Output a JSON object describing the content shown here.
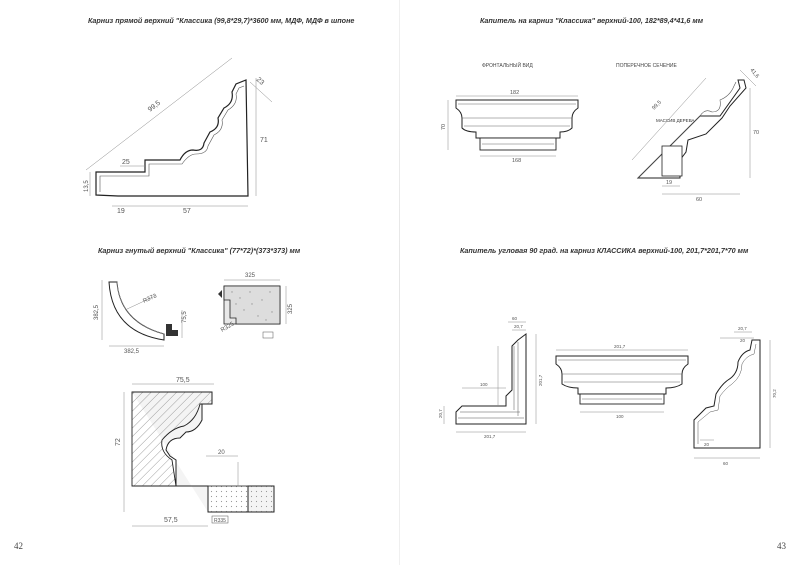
{
  "left_page": {
    "number": "42",
    "section1": {
      "title": "Карниз прямой верхний \"Классика (99,8*29,7)*3600 мм, МДФ, МДФ в шпоне",
      "dims": {
        "d1": "99,5",
        "d2": "23",
        "d3": "71",
        "d4": "25",
        "d5": "13,5",
        "d6": "19",
        "d7": "57"
      }
    },
    "section2": {
      "title": "Карниз гнутый верхний \"Классика\" (77*72)*(373*373) мм",
      "dims": {
        "a1": "382,5",
        "a2": "R373",
        "a3": "382,5",
        "b1": "325",
        "b2": "R325",
        "b3": "325",
        "c1": "75,5",
        "c2": "72",
        "c3": "20",
        "c4": "57,5",
        "c5": "R335"
      }
    }
  },
  "right_page": {
    "number": "43",
    "section1": {
      "title": "Капитель на карниз \"Классика\" верхний-100, 182*89,4*41,6 мм",
      "label_front": "ФРОНТАЛЬНЫЙ ВИД",
      "label_section": "ПОПЕРЕЧНОЕ СЕЧЕНИЕ",
      "label_wood": "МАССИВ ДЕРЕВА",
      "dims": {
        "w1": "182",
        "h1": "70",
        "w2": "168",
        "s1": "41,6",
        "s2": "99,5",
        "s3": "70",
        "s4": "19",
        "s5": "60"
      }
    },
    "section2": {
      "title": "Капитель угловая 90 град. на карниз КЛАССИКА верхний-100, 201,7*201,7*70 мм",
      "dims": {
        "p1": "60",
        "p2": "20,7",
        "p3": "100",
        "p4": "201,7",
        "p5": "201,7",
        "p6": "20,7",
        "f1": "201,7",
        "f2": "100",
        "x1": "20,7",
        "x2": "20",
        "x3": "70,2",
        "x4": "20",
        "x5": "60"
      }
    }
  }
}
